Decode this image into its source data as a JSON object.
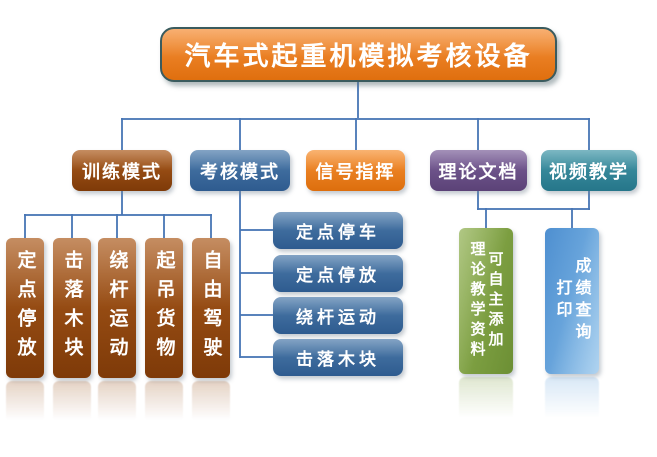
{
  "title": "汽车式起重机模拟考核设备",
  "branches": {
    "training": {
      "label": "训练模式",
      "children": [
        "定点停放",
        "击落木块",
        "绕杆运动",
        "起吊货物",
        "自由驾驶"
      ]
    },
    "assessment": {
      "label": "考核模式",
      "children": [
        "定点停车",
        "定点停放",
        "绕杆运动",
        "击落木块"
      ]
    },
    "signal": {
      "label": "信号指挥"
    },
    "theory": {
      "label": "理论文档",
      "card": {
        "left_column": "理论教学资料",
        "right_column": "可自主添加"
      }
    },
    "video": {
      "label": "视频教学",
      "card": {
        "left_column": "打印",
        "right_column": "成绩查询"
      }
    }
  },
  "colors": {
    "root_orange": "#ED7D1B",
    "training_brown": "#94480E",
    "assessment_blue": "#38689C",
    "signal_orange": "#EE7D1A",
    "theory_purple": "#6B5088",
    "video_teal": "#2F8799",
    "theory_card_green": "#7DA03F",
    "score_card_blue": "#60A0DB",
    "connector_blue": "#4775B5",
    "text_white": "#FFFFFF"
  }
}
